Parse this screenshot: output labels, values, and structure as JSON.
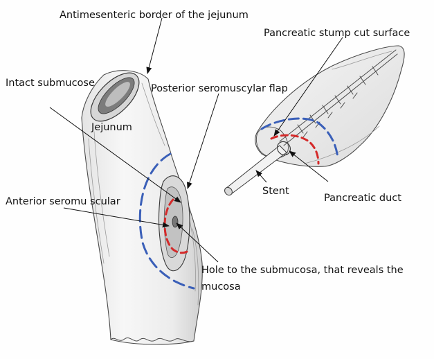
{
  "labels": {
    "antimesenteric": "Antimesenteric border of the jejunum",
    "intact_submucose": "Intact submucose",
    "posterior_flap": "Posterior seromuscylar flap",
    "jejunum": "Jejunum",
    "anterior_seromuscular": "Anterior seromu scular",
    "hole_line1": "Hole to the submucosa, that reveals the",
    "hole_line2": "mucosa",
    "pancreatic_stump": "Pancreatic stump cut surface",
    "stent": "Stent",
    "pancreatic_duct": "Pancreatic duct"
  },
  "colors": {
    "outer_suture_line": "#3a5fb8",
    "inner_suture_line": "#d42a2a",
    "sketch_stroke": "#4a4a4a"
  }
}
